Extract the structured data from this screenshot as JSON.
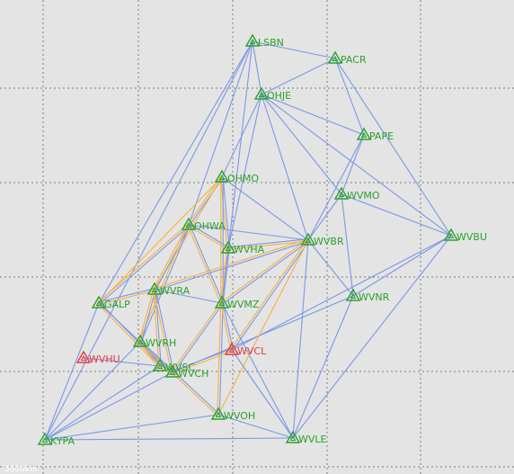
{
  "map": {
    "scale_label": "5000km",
    "colors": {
      "background": "#e4e4e4",
      "grid": "#7d7d7d",
      "edge_blue": "#7a98e6",
      "edge_orange": "#f5b141",
      "station_ok": "#2aa12a",
      "station_alert": "#e23a3a",
      "scale_text": "#ffffff"
    }
  },
  "stations": [
    {
      "id": "LSBN",
      "label": "LSBN",
      "status": "ok"
    },
    {
      "id": "PACR",
      "label": "PACR",
      "status": "ok"
    },
    {
      "id": "OHJE",
      "label": "OHJE",
      "status": "ok"
    },
    {
      "id": "PAPE",
      "label": "PAPE",
      "status": "ok"
    },
    {
      "id": "OHMO",
      "label": "OHMO",
      "status": "ok"
    },
    {
      "id": "WVMO",
      "label": "WVMO",
      "status": "ok"
    },
    {
      "id": "OHWA",
      "label": "OHWA",
      "status": "ok"
    },
    {
      "id": "WVBU",
      "label": "WVBU",
      "status": "ok"
    },
    {
      "id": "WVHA",
      "label": "WVHA",
      "status": "ok"
    },
    {
      "id": "WVBR",
      "label": "WVBR",
      "status": "ok"
    },
    {
      "id": "WVRA",
      "label": "WVRA",
      "status": "ok"
    },
    {
      "id": "GALP",
      "label": "GALP",
      "status": "ok"
    },
    {
      "id": "WVNR",
      "label": "WVNR",
      "status": "ok"
    },
    {
      "id": "WVMZ",
      "label": "WVMZ",
      "status": "ok"
    },
    {
      "id": "WVRH",
      "label": "WVRH",
      "status": "ok"
    },
    {
      "id": "WVHU",
      "label": "WVHU",
      "status": "alert"
    },
    {
      "id": "WVCL",
      "label": "WVCL",
      "status": "alert"
    },
    {
      "id": "WVSC",
      "label": "WVSC",
      "status": "ok"
    },
    {
      "id": "WVCH",
      "label": "WVCH",
      "status": "ok"
    },
    {
      "id": "WVOH",
      "label": "WVOH",
      "status": "ok"
    },
    {
      "id": "KYPA",
      "label": "KYPA",
      "status": "ok"
    },
    {
      "id": "WVLE",
      "label": "WVLE",
      "status": "ok"
    }
  ],
  "edges": [
    {
      "a": "LSBN",
      "b": "PACR",
      "type": "blue"
    },
    {
      "a": "LSBN",
      "b": "OHJE",
      "type": "blue"
    },
    {
      "a": "LSBN",
      "b": "OHWA",
      "type": "blue"
    },
    {
      "a": "LSBN",
      "b": "GALP",
      "type": "blue"
    },
    {
      "a": "LSBN",
      "b": "WVMZ",
      "type": "blue"
    },
    {
      "a": "LSBN",
      "b": "KYPA",
      "type": "blue"
    },
    {
      "a": "PACR",
      "b": "OHJE",
      "type": "blue"
    },
    {
      "a": "PACR",
      "b": "PAPE",
      "type": "blue"
    },
    {
      "a": "PACR",
      "b": "WVBU",
      "type": "blue"
    },
    {
      "a": "OHJE",
      "b": "PAPE",
      "type": "blue"
    },
    {
      "a": "OHJE",
      "b": "WVMO",
      "type": "blue"
    },
    {
      "a": "OHJE",
      "b": "WVBU",
      "type": "blue"
    },
    {
      "a": "OHJE",
      "b": "WVBR",
      "type": "blue"
    },
    {
      "a": "OHJE",
      "b": "WVHA",
      "type": "blue"
    },
    {
      "a": "OHJE",
      "b": "OHMO",
      "type": "blue"
    },
    {
      "a": "PAPE",
      "b": "WVMO",
      "type": "blue"
    },
    {
      "a": "PAPE",
      "b": "WVBR",
      "type": "blue"
    },
    {
      "a": "WVMO",
      "b": "WVBU",
      "type": "blue"
    },
    {
      "a": "WVMO",
      "b": "WVNR",
      "type": "blue"
    },
    {
      "a": "WVMO",
      "b": "WVBR",
      "type": "blue"
    },
    {
      "a": "WVBU",
      "b": "WVNR",
      "type": "blue"
    },
    {
      "a": "WVBU",
      "b": "WVLE",
      "type": "blue"
    },
    {
      "a": "WVBU",
      "b": "WVCL",
      "type": "blue"
    },
    {
      "a": "WVBR",
      "b": "WVNR",
      "type": "blue"
    },
    {
      "a": "WVBR",
      "b": "WVLE",
      "type": "blue"
    },
    {
      "a": "WVNR",
      "b": "WVLE",
      "type": "blue"
    },
    {
      "a": "WVNR",
      "b": "WVCH",
      "type": "blue"
    },
    {
      "a": "OHMO",
      "b": "WVBR",
      "type": "blue"
    },
    {
      "a": "OHWA",
      "b": "WVBR",
      "type": "blue"
    },
    {
      "a": "GALP",
      "b": "WVCH",
      "type": "blue"
    },
    {
      "a": "GALP",
      "b": "KYPA",
      "type": "blue"
    },
    {
      "a": "WVRA",
      "b": "WVMZ",
      "type": "blue"
    },
    {
      "a": "WVRH",
      "b": "KYPA",
      "type": "blue"
    },
    {
      "a": "WVSC",
      "b": "KYPA",
      "type": "blue"
    },
    {
      "a": "WVCH",
      "b": "KYPA",
      "type": "blue"
    },
    {
      "a": "WVOH",
      "b": "KYPA",
      "type": "blue"
    },
    {
      "a": "KYPA",
      "b": "WVLE",
      "type": "blue"
    },
    {
      "a": "WVOH",
      "b": "WVLE",
      "type": "blue"
    },
    {
      "a": "WVMZ",
      "b": "WVLE",
      "type": "blue"
    },
    {
      "a": "WVCL",
      "b": "WVLE",
      "type": "blue"
    },
    {
      "a": "WVHU",
      "b": "WVSC",
      "type": "blue"
    },
    {
      "a": "OHMO",
      "b": "OHWA",
      "type": "pair"
    },
    {
      "a": "OHMO",
      "b": "WVHA",
      "type": "pair"
    },
    {
      "a": "OHMO",
      "b": "WVMZ",
      "type": "pair"
    },
    {
      "a": "OHMO",
      "b": "GALP",
      "type": "orange"
    },
    {
      "a": "OHMO",
      "b": "WVRA",
      "type": "orange"
    },
    {
      "a": "OHWA",
      "b": "WVHA",
      "type": "pair"
    },
    {
      "a": "OHWA",
      "b": "GALP",
      "type": "pair"
    },
    {
      "a": "OHWA",
      "b": "WVMZ",
      "type": "pair"
    },
    {
      "a": "OHWA",
      "b": "WVRA",
      "type": "pair"
    },
    {
      "a": "OHWA",
      "b": "WVRH",
      "type": "pair"
    },
    {
      "a": "WVHA",
      "b": "WVBR",
      "type": "pair"
    },
    {
      "a": "WVHA",
      "b": "WVMZ",
      "type": "pair"
    },
    {
      "a": "WVBR",
      "b": "WVMZ",
      "type": "pair"
    },
    {
      "a": "WVBR",
      "b": "WVRA",
      "type": "pair"
    },
    {
      "a": "WVBR",
      "b": "WVCL",
      "type": "pair"
    },
    {
      "a": "WVBR",
      "b": "WVOH",
      "type": "orange"
    },
    {
      "a": "GALP",
      "b": "WVRA",
      "type": "pair"
    },
    {
      "a": "GALP",
      "b": "WVSC",
      "type": "pair"
    },
    {
      "a": "WVRA",
      "b": "WVRH",
      "type": "pair"
    },
    {
      "a": "WVRA",
      "b": "WVSC",
      "type": "pair"
    },
    {
      "a": "WVRA",
      "b": "WVCH",
      "type": "pair"
    },
    {
      "a": "WVMZ",
      "b": "WVCH",
      "type": "pair"
    },
    {
      "a": "WVMZ",
      "b": "WVOH",
      "type": "pair"
    },
    {
      "a": "WVMZ",
      "b": "WVCL",
      "type": "pair"
    },
    {
      "a": "WVRH",
      "b": "WVSC",
      "type": "pair"
    },
    {
      "a": "WVRH",
      "b": "WVOH",
      "type": "pair"
    },
    {
      "a": "WVSC",
      "b": "WVCH",
      "type": "pair"
    },
    {
      "a": "WVCH",
      "b": "WVCL",
      "type": "pair"
    }
  ]
}
